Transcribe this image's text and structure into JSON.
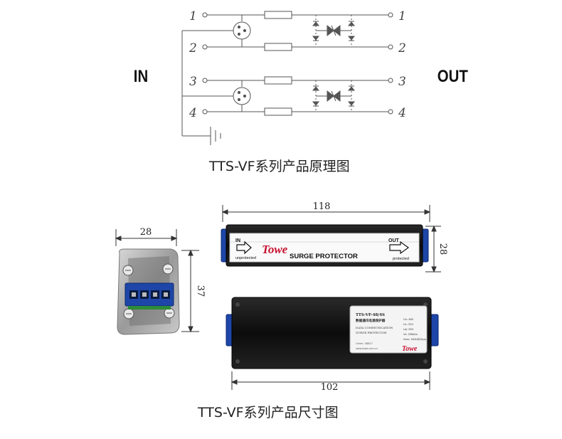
{
  "schematic": {
    "in_label": "IN",
    "out_label": "OUT",
    "pins_left": [
      "1",
      "2",
      "3",
      "4"
    ],
    "pins_right": [
      "1",
      "2",
      "3",
      "4"
    ],
    "caption": "TTS-VF系列产品原理图"
  },
  "dimensions": {
    "caption": "TTS-VF系列产品尺寸图",
    "end_width": "28",
    "end_height": "37",
    "top_length": "118",
    "top_height": "28",
    "bottom_length": "102"
  },
  "device_front": {
    "brand": "Towe",
    "title": "SURGE PROTECTOR",
    "in_label": "IN",
    "in_sub": "unprotected",
    "out_label": "OUT",
    "out_sub": "protected"
  },
  "device_label": {
    "model": "TTS-VF-48/4S",
    "cn_name": "数据通讯电涌保护器",
    "en_line1": "DATA COMMUNICATION",
    "en_line2": "SURGE PROTECTOR",
    "specs": [
      "Un: 48V",
      "Uc: 52V",
      "Up: 90V",
      "Vs: 2Mbit/s",
      "Imax: 10kA(8/20μs)"
    ],
    "order": "Order: 38817",
    "website": "www.towe.com.cn",
    "brand": "Towe"
  },
  "colors": {
    "terminal_blue": "#1d46a8",
    "body_black": "#141414",
    "brand_red": "#c8102e"
  }
}
